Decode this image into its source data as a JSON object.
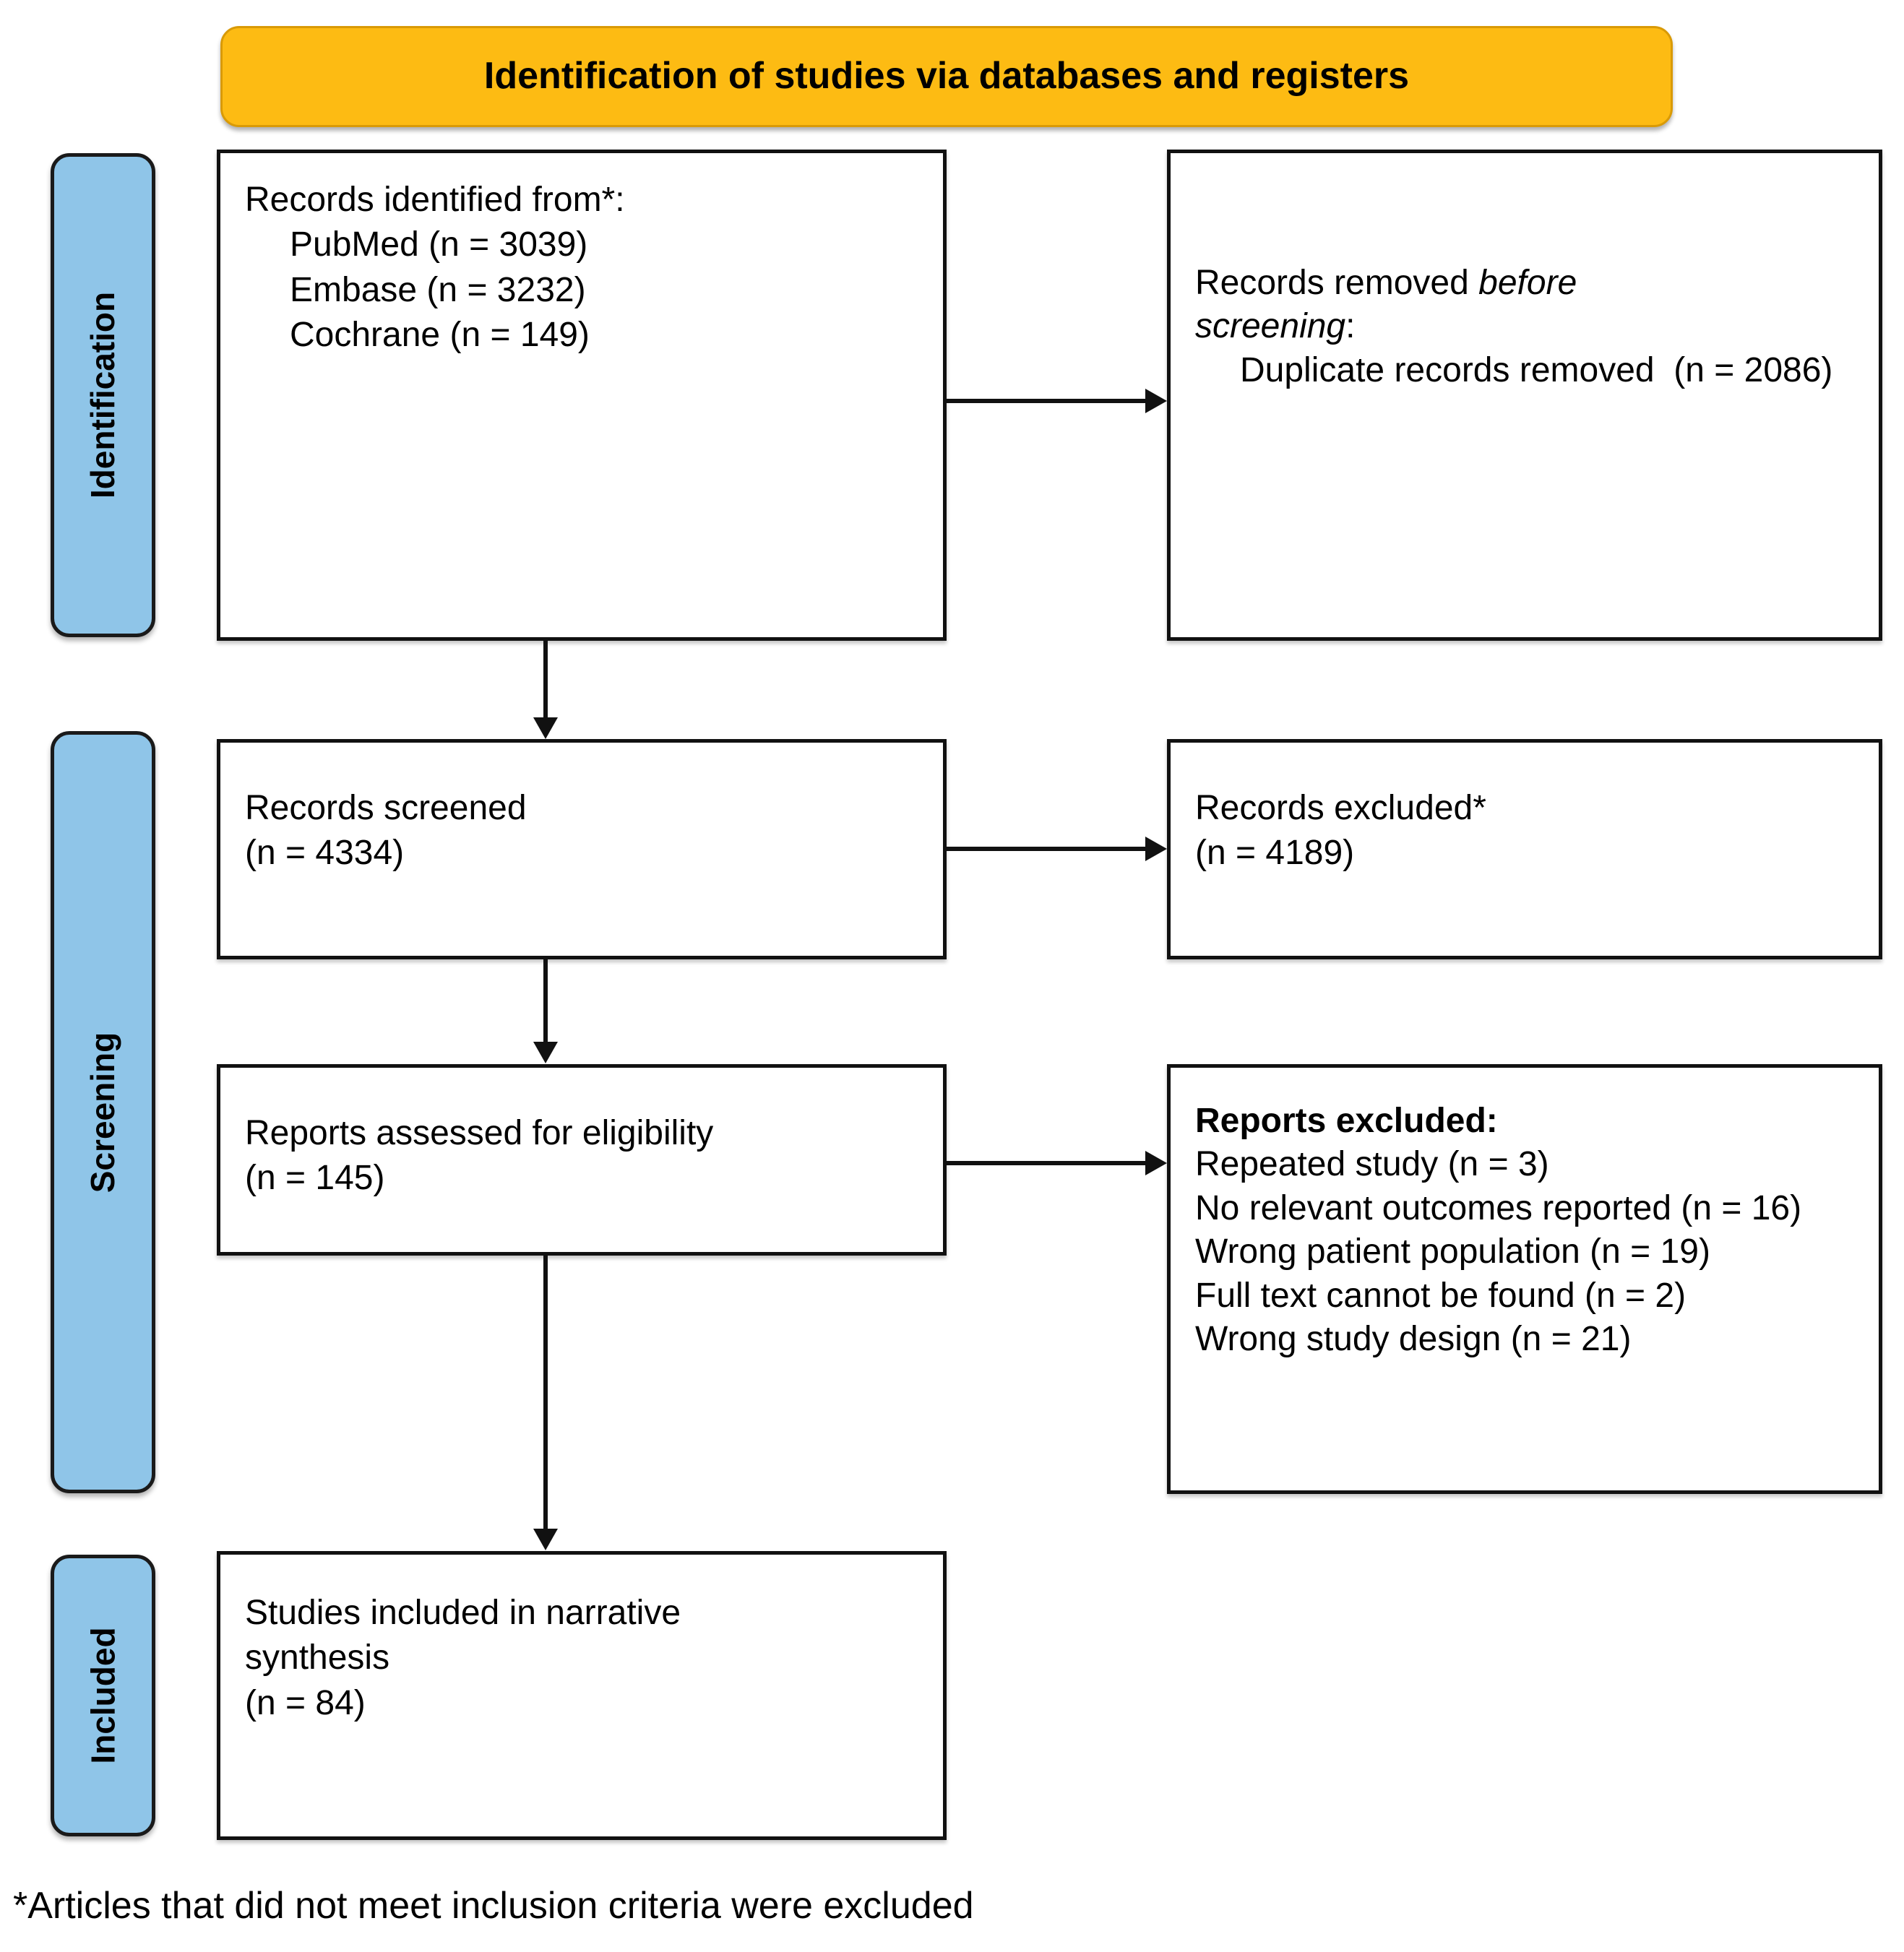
{
  "banner": {
    "title": "Identification of studies via databases and registers"
  },
  "stages": [
    {
      "label": "Identification"
    },
    {
      "label": "Screening"
    },
    {
      "label": "Included"
    }
  ],
  "boxes": {
    "identified": {
      "heading": "Records identified from*:",
      "sources": [
        "PubMed (n = 3039)",
        "Embase (n = 3232)",
        "Cochrane (n = 149)"
      ]
    },
    "removed_before_screening": {
      "heading_plain": "Records removed ",
      "heading_italic": "before",
      "heading_italic2": "screening",
      "heading_colon": ":",
      "detail": "Duplicate records removed  (n = 2086)"
    },
    "records_screened": {
      "label": "Records screened",
      "count": "(n = 4334)"
    },
    "records_excluded": {
      "label": "Records excluded*",
      "count": "(n = 4189)"
    },
    "reports_assessed": {
      "label": "Reports assessed for eligibility",
      "count": "(n = 145)"
    },
    "reports_excluded": {
      "heading": "Reports excluded:",
      "reasons": [
        "Repeated study (n = 3)",
        "No relevant outcomes reported (n = 16)",
        "Wrong patient population (n = 19)",
        "Full text cannot be found (n = 2)",
        "Wrong study design (n = 21)"
      ]
    },
    "studies_included": {
      "label_line1": "Studies included in narrative",
      "label_line2": "synthesis",
      "count": "(n = 84)"
    }
  },
  "footnote": {
    "text": "*Articles that did not meet inclusion criteria were excluded"
  },
  "colors": {
    "banner_fill": "#FDBB13",
    "banner_border": "#D99A06",
    "stage_fill": "#8FC5E8",
    "stage_border": "#1a1a1a",
    "box_border": "#111111",
    "text": "#000000"
  }
}
